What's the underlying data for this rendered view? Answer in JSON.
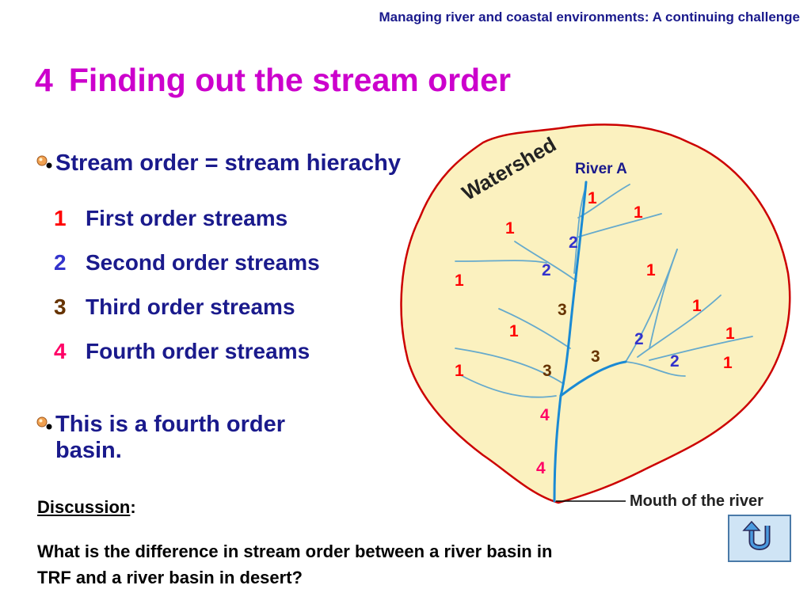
{
  "header": {
    "text": "Managing river and coastal environments: A continuing challenge"
  },
  "title": {
    "number": "4",
    "text": "Finding out the stream order"
  },
  "bullet1": {
    "text": "Stream order = stream hierachy"
  },
  "orders": [
    {
      "num": "1",
      "label": "First order streams",
      "color": "#ff0000"
    },
    {
      "num": "2",
      "label": "Second order streams",
      "color": "#3333cc"
    },
    {
      "num": "3",
      "label": "Third order streams",
      "color": "#663300"
    },
    {
      "num": "4",
      "label": "Fourth order streams",
      "color": "#ff0066"
    }
  ],
  "bullet2": {
    "text": "This is a fourth order basin."
  },
  "discussion": {
    "label": "Discussion",
    "colon": ":"
  },
  "question": {
    "text": "What is the difference in stream order between a river basin in TRF and a river basin in desert?"
  },
  "map": {
    "watershed_label": "Watershed",
    "river_label": "River A",
    "mouth_label": "Mouth of the river",
    "colors": {
      "basin": "#fbf1bf",
      "outline": "#cc0000",
      "stream": "#66aacc",
      "main": "#1a8ad4"
    },
    "numbers": [
      {
        "t": "1",
        "c": "#ff0000"
      },
      {
        "t": "1",
        "c": "#ff0000"
      },
      {
        "t": "1",
        "c": "#ff0000"
      },
      {
        "t": "2",
        "c": "#3333cc"
      },
      {
        "t": "2",
        "c": "#3333cc"
      },
      {
        "t": "1",
        "c": "#ff0000"
      },
      {
        "t": "1",
        "c": "#ff0000"
      },
      {
        "t": "3",
        "c": "#663300"
      },
      {
        "t": "1",
        "c": "#ff0000"
      },
      {
        "t": "1",
        "c": "#ff0000"
      },
      {
        "t": "1",
        "c": "#ff0000"
      },
      {
        "t": "2",
        "c": "#3333cc"
      },
      {
        "t": "3",
        "c": "#663300"
      },
      {
        "t": "2",
        "c": "#3333cc"
      },
      {
        "t": "1",
        "c": "#ff0000"
      },
      {
        "t": "1",
        "c": "#ff0000"
      },
      {
        "t": "3",
        "c": "#663300"
      },
      {
        "t": "4",
        "c": "#ff0066"
      },
      {
        "t": "4",
        "c": "#ff0066"
      }
    ]
  },
  "nav": {
    "icon": "u-turn-back-icon"
  }
}
